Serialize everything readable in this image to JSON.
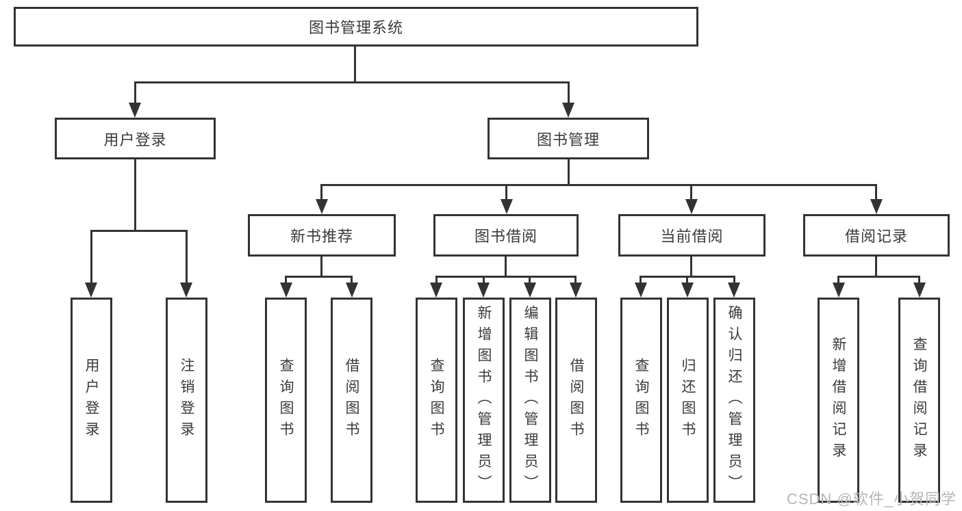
{
  "diagram": {
    "root": {
      "label": "图书管理系统"
    },
    "branches": [
      {
        "label": "用户登录",
        "children": [
          {
            "label": "用户登录"
          },
          {
            "label": "注销登录"
          }
        ]
      },
      {
        "label": "图书管理",
        "children": [
          {
            "label": "新书推荐",
            "children": [
              {
                "label": "查询图书"
              },
              {
                "label": "借阅图书"
              }
            ]
          },
          {
            "label": "图书借阅",
            "children": [
              {
                "label": "查询图书"
              },
              {
                "label": "新增图书（管理员）"
              },
              {
                "label": "编辑图书（管理员）"
              },
              {
                "label": "借阅图书"
              }
            ]
          },
          {
            "label": "当前借阅",
            "children": [
              {
                "label": "查询图书"
              },
              {
                "label": "归还图书"
              },
              {
                "label": "确认归还（管理员）"
              }
            ]
          },
          {
            "label": "借阅记录",
            "children": [
              {
                "label": "新增借阅记录"
              },
              {
                "label": "查询借阅记录"
              }
            ]
          }
        ]
      }
    ]
  },
  "watermark": {
    "text": "CSDN @软件_小贺同学"
  },
  "colors": {
    "line": "#333333",
    "text": "#3a3a3a",
    "box_background": "#ffffff",
    "watermark": "#b6b6b6"
  }
}
